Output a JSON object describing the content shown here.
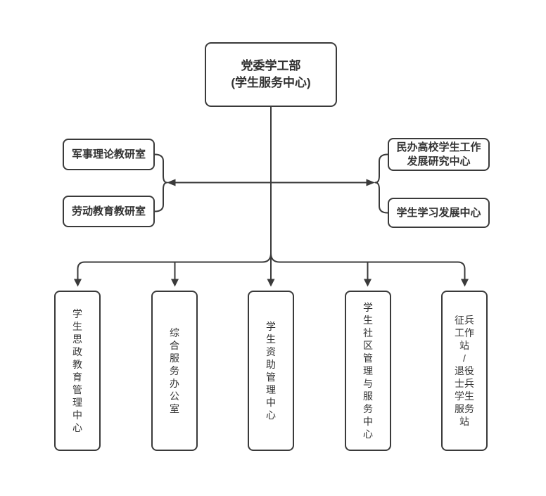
{
  "diagram": {
    "type": "org-chart",
    "colors": {
      "line": "#3a3a3a",
      "node_border": "#3a3a3a",
      "node_fill": "#ffffff",
      "text": "#333333",
      "background": "#ffffff"
    },
    "root": {
      "label": "党委学工部(学生服务中心)",
      "display": "党委学工部\n(学生服务中心)"
    },
    "left_nodes": [
      {
        "label": "军事理论教研室",
        "display": "军事理论教研室"
      },
      {
        "label": "劳动教育教研室",
        "display": "劳动教育教研室"
      }
    ],
    "right_nodes": [
      {
        "label": "民办高校学生工作发展研究中心",
        "display": "民办高校学生工作\n发展研究中心"
      },
      {
        "label": "学生学习发展中心",
        "display": "学生学习发展中心"
      }
    ],
    "bottom_nodes": [
      {
        "label": "学生思政教育管理中心",
        "display": "学\n生\n思\n政\n教\n育\n管\n理\n中\n心"
      },
      {
        "label": "综合服务办公室",
        "display": "综\n合\n服\n务\n办\n公\n室"
      },
      {
        "label": "学生资助管理中心",
        "display": "学\n生\n资\n助\n管\n理\n中\n心"
      },
      {
        "label": "学生社区管理与服务中心",
        "display": "学\n生\n社\n区\n管\n理\n与\n服\n务\n中\n心"
      },
      {
        "label": "征兵工作站/退役士兵学生服务站",
        "display": "征兵\n工作\n站\n/\n退役\n士兵\n学生\n服务\n站"
      }
    ]
  }
}
